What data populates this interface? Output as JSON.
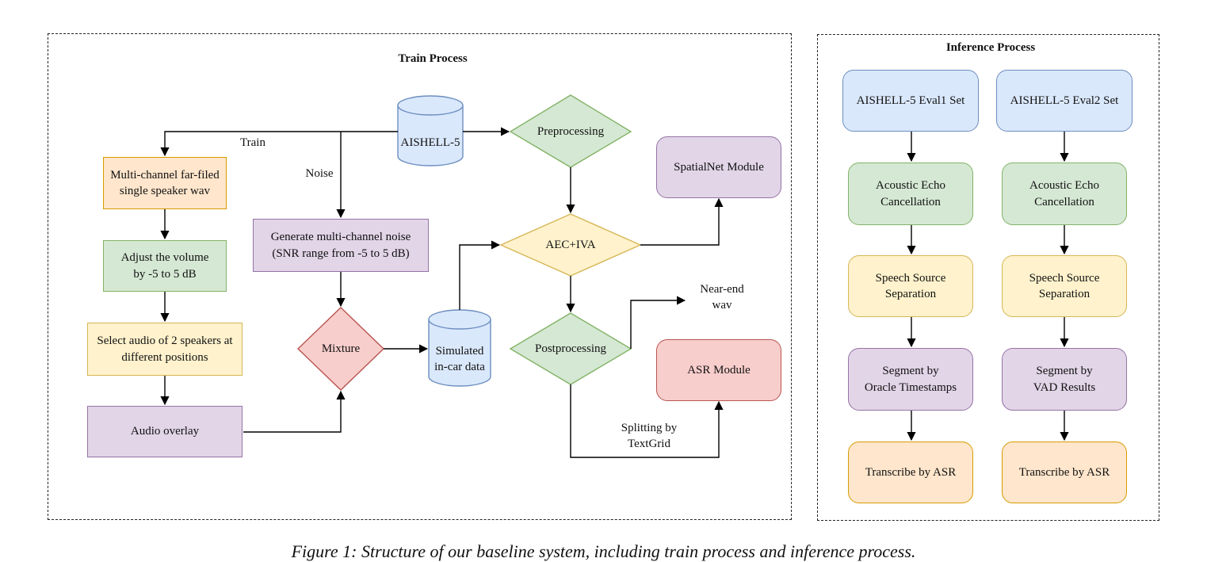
{
  "train": {
    "title": "Train Process",
    "aishell": "AISHELL-5",
    "preprocessing": "Preprocessing",
    "spatialnet": "SpatialNet Module",
    "far_field": "Multi-channel far-filed\nsingle speaker wav",
    "adjust_volume": "Adjust the volume\nby -5 to 5 dB",
    "select_audio": "Select audio of 2 speakers at\ndifferent positions",
    "audio_overlay": "Audio overlay",
    "generate_noise": "Generate multi-channel noise\n(SNR range from -5 to 5 dB)",
    "mixture": "Mixture",
    "simulated": "Simulated\nin-car data",
    "aec_iva": "AEC+IVA",
    "postprocessing": "Postprocessing",
    "near_end": "Near-end\nwav",
    "asr_module": "ASR Module",
    "splitting": "Splitting by\nTextGrid",
    "label_train": "Train",
    "label_noise": "Noise"
  },
  "inference": {
    "title": "Inference Process",
    "eval1": "AISHELL-5 Eval1 Set",
    "eval2": "AISHELL-5 Eval2 Set",
    "aec": "Acoustic Echo\nCancellation",
    "separation": "Speech Source\nSeparation",
    "segment_oracle": "Segment by\nOracle Timestamps",
    "segment_vad": "Segment by\nVAD Results",
    "transcribe": "Transcribe by ASR"
  },
  "caption": "Figure 1: Structure of our baseline system, including train process and inference process."
}
